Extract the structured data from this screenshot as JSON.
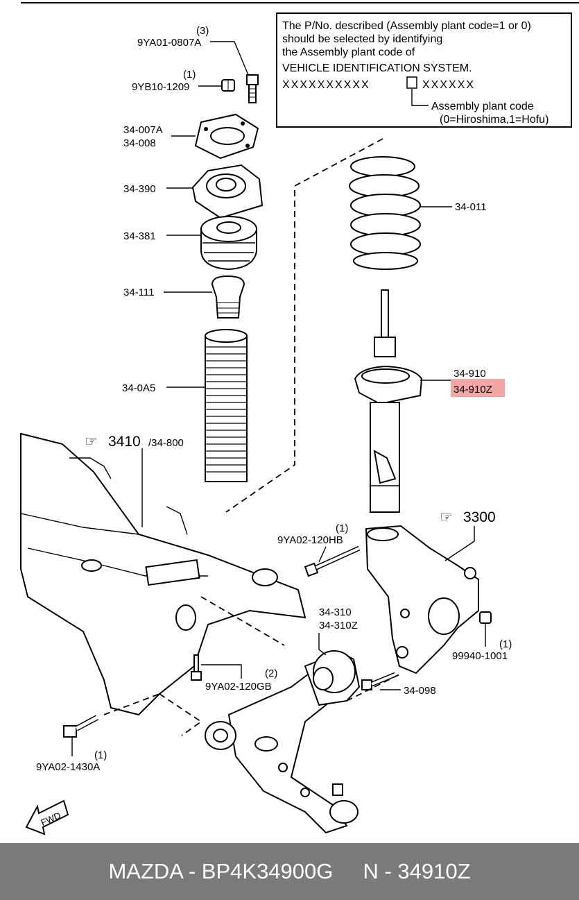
{
  "note": {
    "lines": [
      "The P/No. described (Assembly plant code=1 or 0)",
      "should be selected by identifying",
      "the Assembly plant code of",
      "VEHICLE IDENTIFICATION SYSTEM.",
      "XXXXXXXXXX",
      "XXXXXX"
    ],
    "plant_code_label": "Assembly plant code",
    "plant_code_values": "(0=Hiroshima,1=Hofu)"
  },
  "labels": {
    "bolt_top": "9YA01-0807A",
    "bolt_top_qty": "(3)",
    "nut_top": "9YB10-1209",
    "nut_top_qty": "(1)",
    "mount_plate_a": "34-007A",
    "mount_plate_b": "34-008",
    "mount_rubber": "34-390",
    "bearing": "34-381",
    "bump_stop": "34-111",
    "dust_boot": "34-0A5",
    "coil_spring": "34-011",
    "strut_a": "34-910",
    "strut_b": "34-910Z",
    "crossmember_ref": "3410",
    "crossmember_ref_b": "/34-800",
    "knuckle_ref": "3300",
    "bolt_knuckle": "9YA02-120HB",
    "bolt_knuckle_qty": "(1)",
    "arm_a": "34-310",
    "arm_b": "34-310Z",
    "nut_knuckle": "99940-1001",
    "nut_knuckle_qty": "(1)",
    "bolt_arm_mid": "9YA02-120GB",
    "bolt_arm_mid_qty": "(2)",
    "bolt_arm_rear": "34-098",
    "bolt_front": "9YA02-1430A",
    "bolt_front_qty": "(1)",
    "fwd": "FWD"
  },
  "highlight": {
    "color": "#f4a5a5",
    "target": "34-910Z"
  },
  "footer": {
    "text": "MAZDA - BP4K34900G     N - 34910Z"
  }
}
